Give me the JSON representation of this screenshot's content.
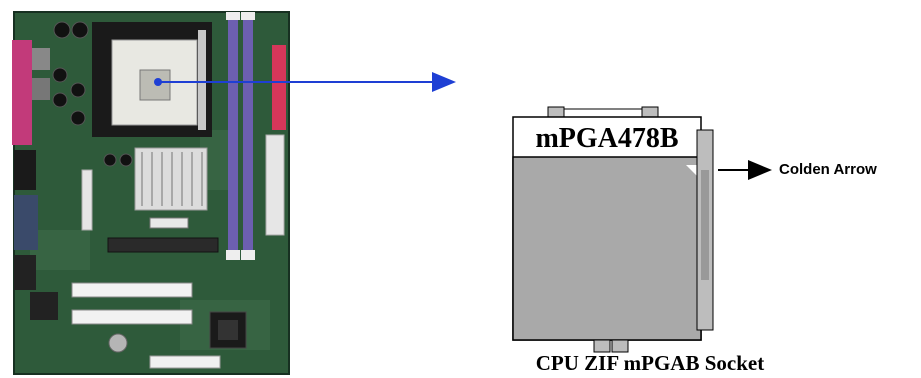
{
  "socket_diagram": {
    "title": "mPGA478B",
    "caption": "CPU ZIF mPGAB Socket",
    "lever_callout": "Colden Arrow"
  },
  "colors": {
    "pcb": "#2e5a3a",
    "pcb_dark": "#1f3d28",
    "dimm_slot": "#6c5fb0",
    "parallel_port": "#c23a7a",
    "ide_connector": "#d6375a",
    "pointer_arrow": "#1e3fd4",
    "socket_body": "#a9a9a9",
    "lever": "#bdbdbd"
  }
}
